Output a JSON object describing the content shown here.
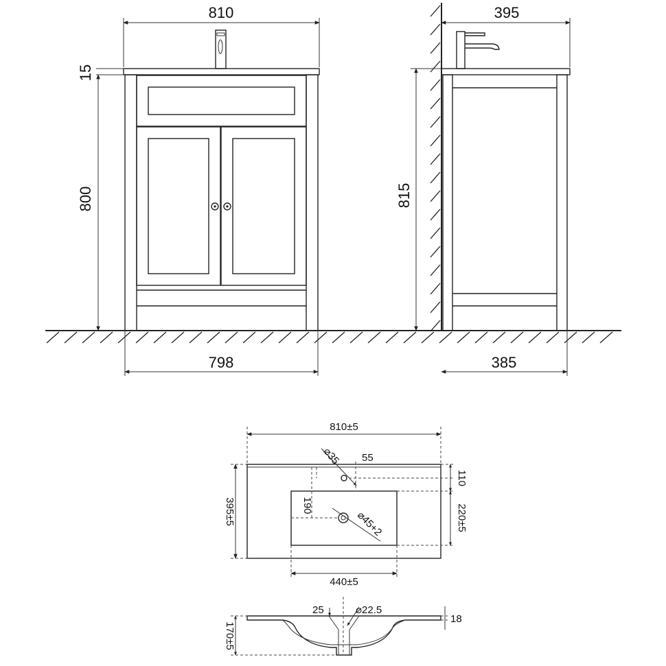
{
  "front_view": {
    "overall_width": "810",
    "top_thickness": "15",
    "cabinet_height": "800",
    "base_width": "798"
  },
  "side_view": {
    "top_depth": "395",
    "total_height": "815",
    "base_depth": "385"
  },
  "basin_plan": {
    "overall_width": "810±5",
    "overall_depth": "395±5",
    "tap_hole_diameter": "⌀35",
    "tap_hole_offset": "55",
    "back_margin": "110",
    "bowl_depth": "220±5",
    "drain_offset": "190",
    "drain_diameter": "⌀45+2",
    "bowl_width": "440±5"
  },
  "basin_section": {
    "total_height": "170±5",
    "drain_depth": "25",
    "overflow_diameter": "⌀22.5",
    "rim_thickness": "18"
  },
  "colors": {
    "line": "#222222",
    "background": "#ffffff"
  }
}
